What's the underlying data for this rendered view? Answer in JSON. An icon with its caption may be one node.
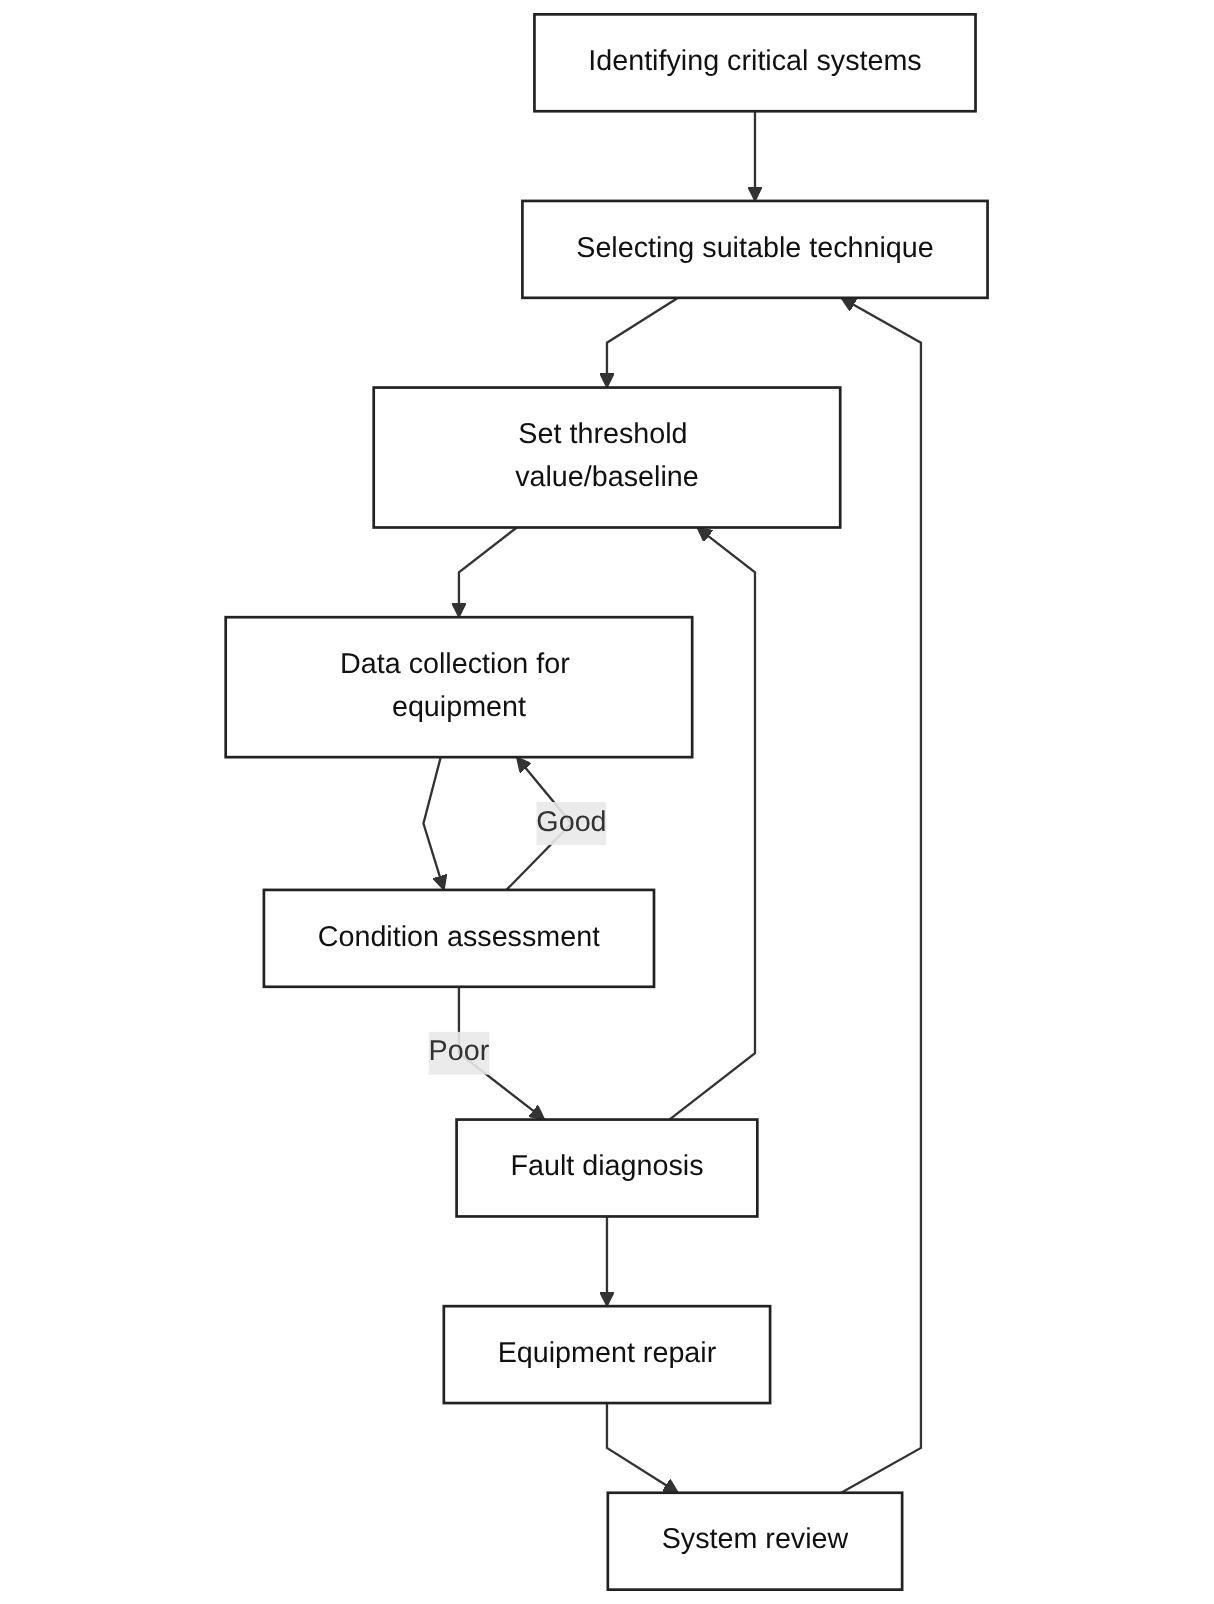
{
  "diagram": {
    "nodes": [
      {
        "text": [
          "Identifying critical systems"
        ]
      },
      {
        "text": [
          "Selecting suitable technique"
        ]
      },
      {
        "text": [
          "Set threshold value/baseline"
        ]
      },
      {
        "text": [
          "Data collection for equipment"
        ]
      },
      {
        "text": [
          "Condition assessment"
        ]
      },
      {
        "text": [
          "Fault diagnosis"
        ]
      },
      {
        "text": [
          "Equipment repair"
        ]
      },
      {
        "text": [
          "System review"
        ]
      }
    ],
    "edges": [
      {
        "from": 0,
        "to": 1,
        "arrow": "to"
      },
      {
        "from": 1,
        "to": 2,
        "arrow": "to"
      },
      {
        "from": 2,
        "to": 3,
        "arrow": "to"
      },
      {
        "from": 3,
        "to": 4,
        "arrow": "to"
      },
      {
        "from": 4,
        "to": 3,
        "arrow": "to",
        "label": "Good"
      },
      {
        "from": 4,
        "to": 5,
        "arrow": "to",
        "label": "Poor"
      },
      {
        "from": 5,
        "to": 2,
        "arrow": "to"
      },
      {
        "from": 5,
        "to": 6,
        "arrow": "to"
      },
      {
        "from": 6,
        "to": 7,
        "arrow": "to"
      },
      {
        "from": 7,
        "to": 1,
        "arrow": "to"
      }
    ]
  }
}
